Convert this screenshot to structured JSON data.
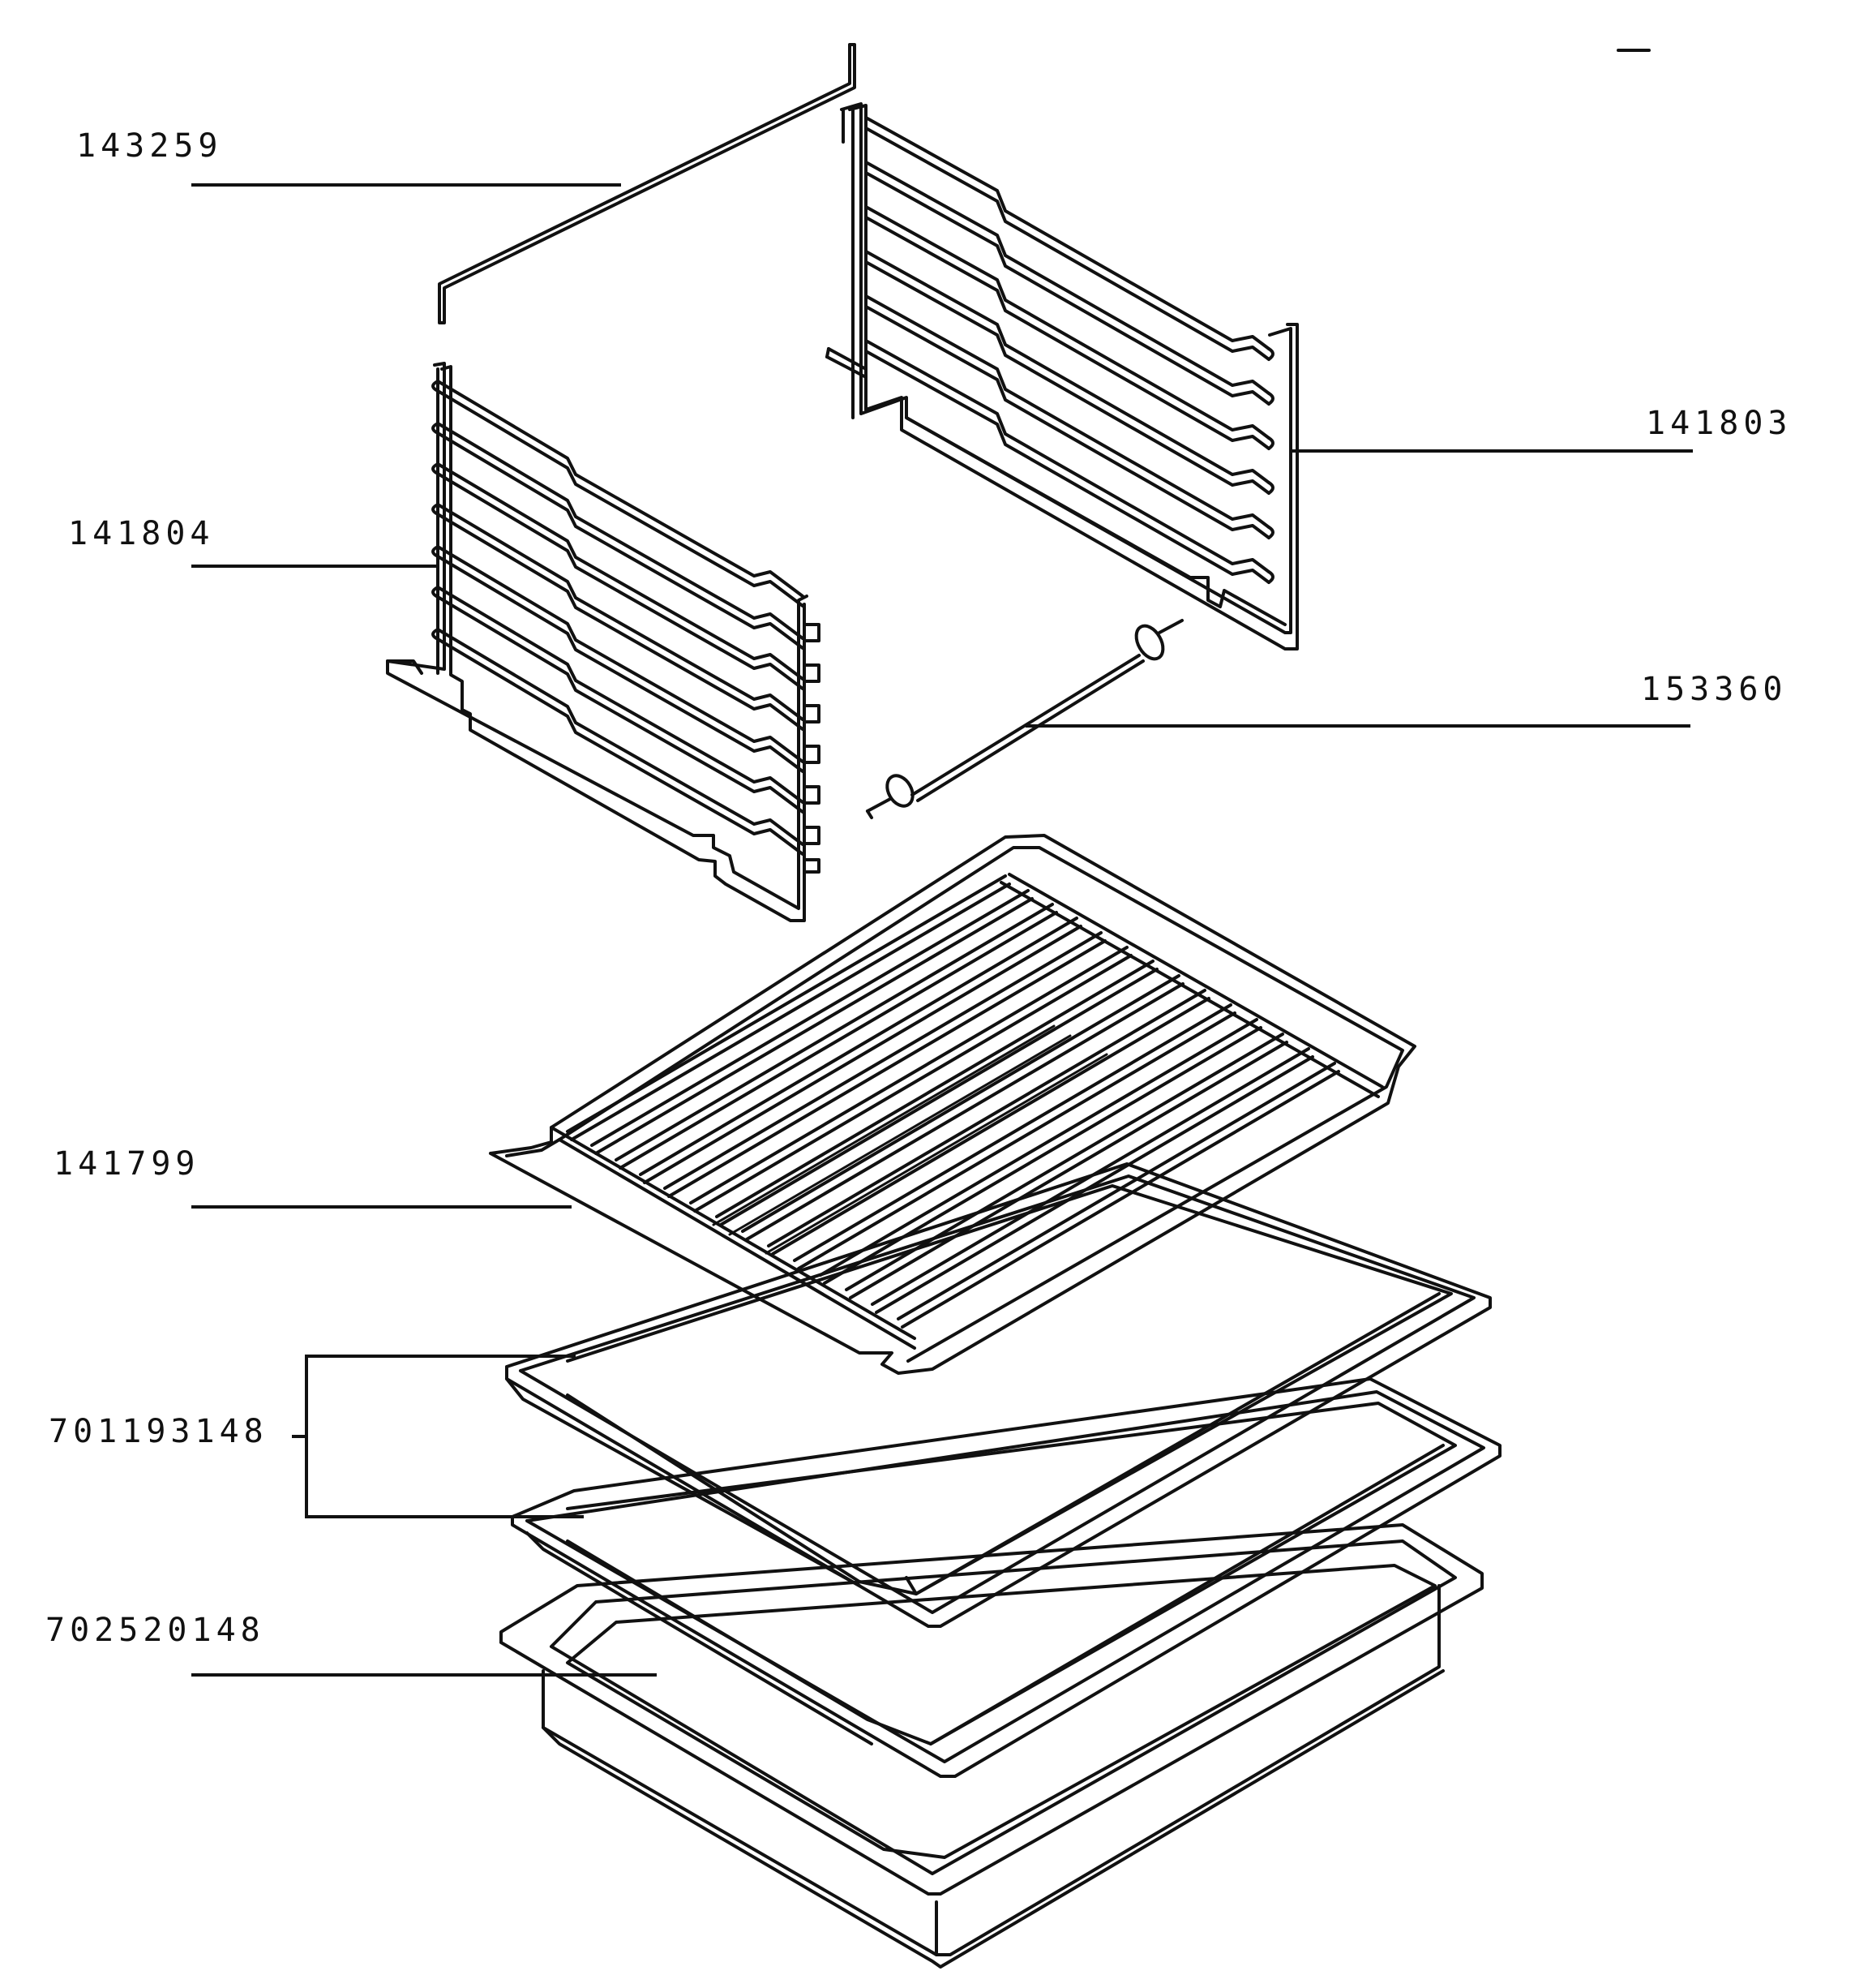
{
  "diagram": {
    "parts": [
      {
        "id": "part-143259",
        "number": "143259"
      },
      {
        "id": "part-141803",
        "number": "141803"
      },
      {
        "id": "part-141804",
        "number": "141804"
      },
      {
        "id": "part-153360",
        "number": "153360"
      },
      {
        "id": "part-141799",
        "number": "141799"
      },
      {
        "id": "part-701193148",
        "number": "701193148"
      },
      {
        "id": "part-702520148",
        "number": "702520148"
      }
    ],
    "line_color": "#111111",
    "background": "#ffffff"
  }
}
